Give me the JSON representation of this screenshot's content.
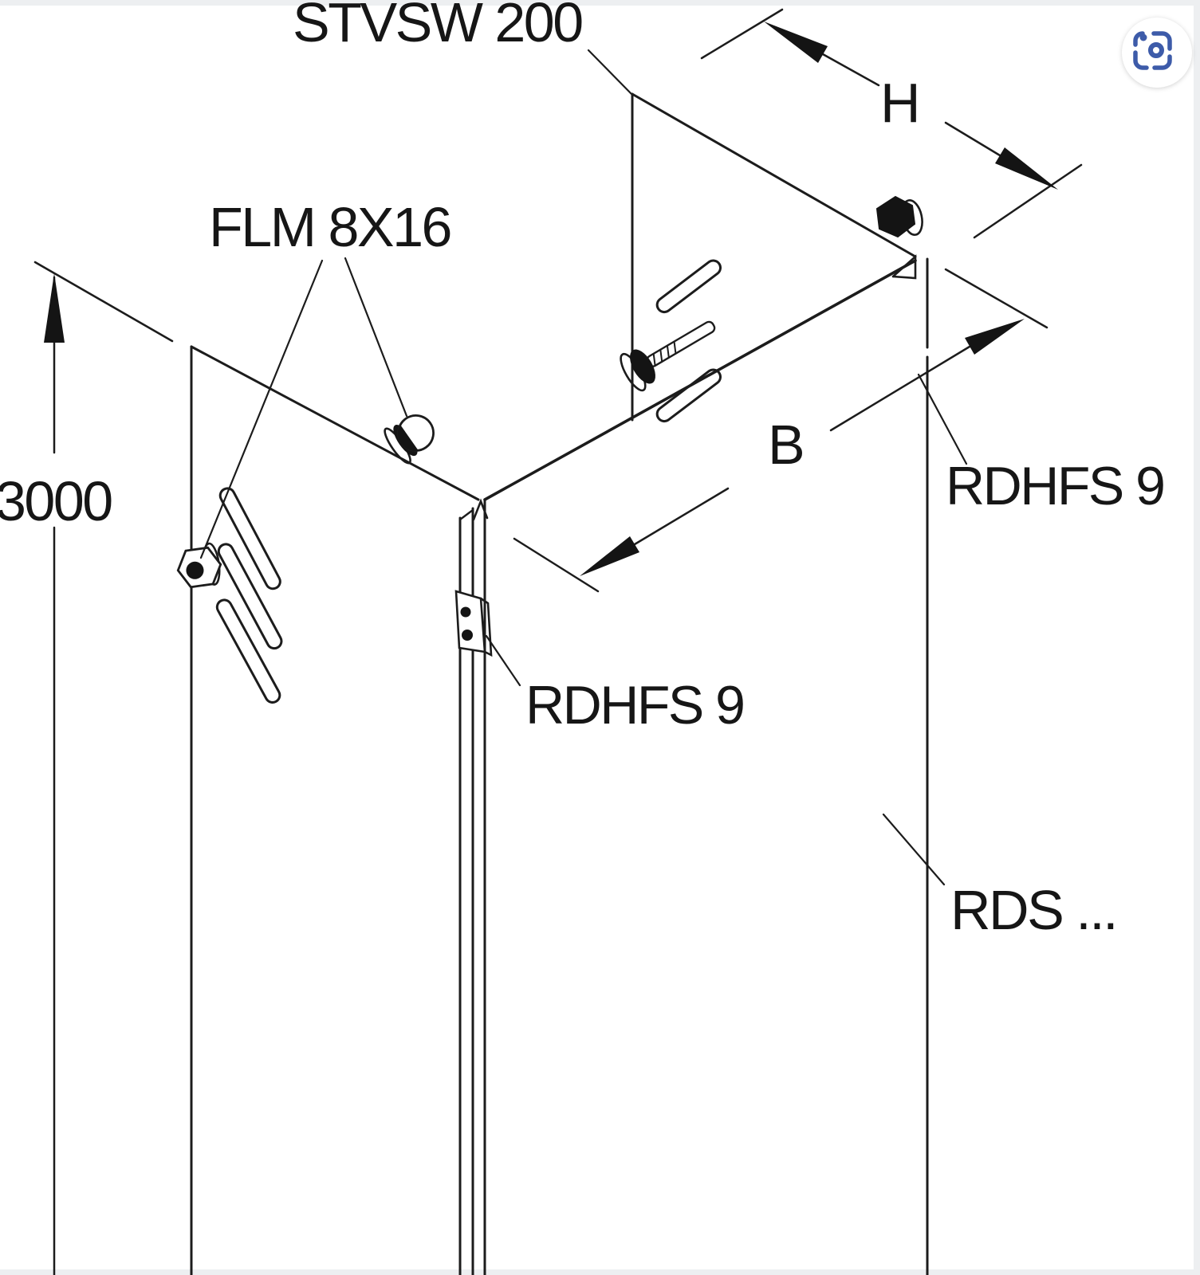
{
  "page": {
    "background": "#ffffff",
    "line_color": "#1c1c1c",
    "ink": "#141414",
    "edge_strip_color": "#edeff1"
  },
  "labels": {
    "separation_wall": "STVSW 200",
    "screw": "FLM 8X16",
    "length": "3000",
    "height": "H",
    "width": "B",
    "connector_right": "RDHFS 9",
    "connector_center": "RDHFS 9",
    "cable_ladder": "RDS ..."
  },
  "toolbar": {
    "lens_icon": "image-search-lens-icon",
    "lens_color": "#3d5ba9",
    "lens_bg": "#ffffff"
  }
}
